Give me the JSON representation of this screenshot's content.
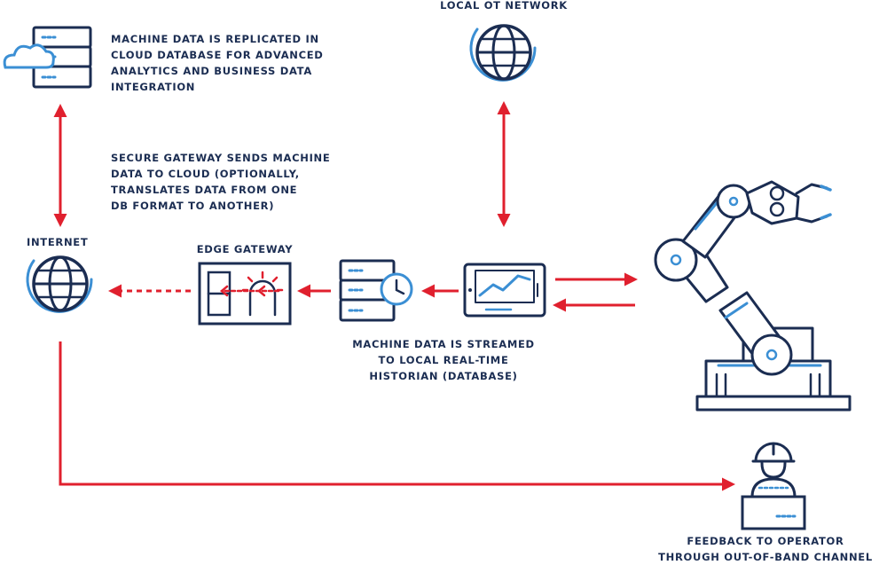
{
  "colors": {
    "navy": "#1b2d52",
    "blue": "#3b8fd4",
    "red": "#e0202e"
  },
  "icons": [
    "cloud-server-icon",
    "globe-icon",
    "edge-gateway-icon",
    "historian-server-icon",
    "tablet-chart-icon",
    "robot-arm-icon",
    "operator-icon"
  ],
  "labels": {
    "local_ot_network": "LOCAL OT NETWORK",
    "internet": "INTERNET",
    "edge_gateway": "EDGE GATEWAY",
    "cloud_text": [
      "MACHINE DATA IS REPLICATED IN",
      "CLOUD DATABASE FOR ADVANCED",
      "ANALYTICS AND BUSINESS DATA",
      "INTEGRATION"
    ],
    "gateway_text": [
      "SECURE GATEWAY SENDS MACHINE",
      "DATA TO CLOUD (OPTIONALLY,",
      "TRANSLATES DATA FROM ONE",
      "DB FORMAT TO ANOTHER)"
    ],
    "historian_text": [
      "MACHINE DATA IS STREAMED",
      "TO LOCAL REAL-TIME",
      "HISTORIAN (DATABASE)"
    ],
    "operator_text": [
      "FEEDBACK TO OPERATOR",
      "THROUGH OUT-OF-BAND CHANNEL"
    ]
  }
}
